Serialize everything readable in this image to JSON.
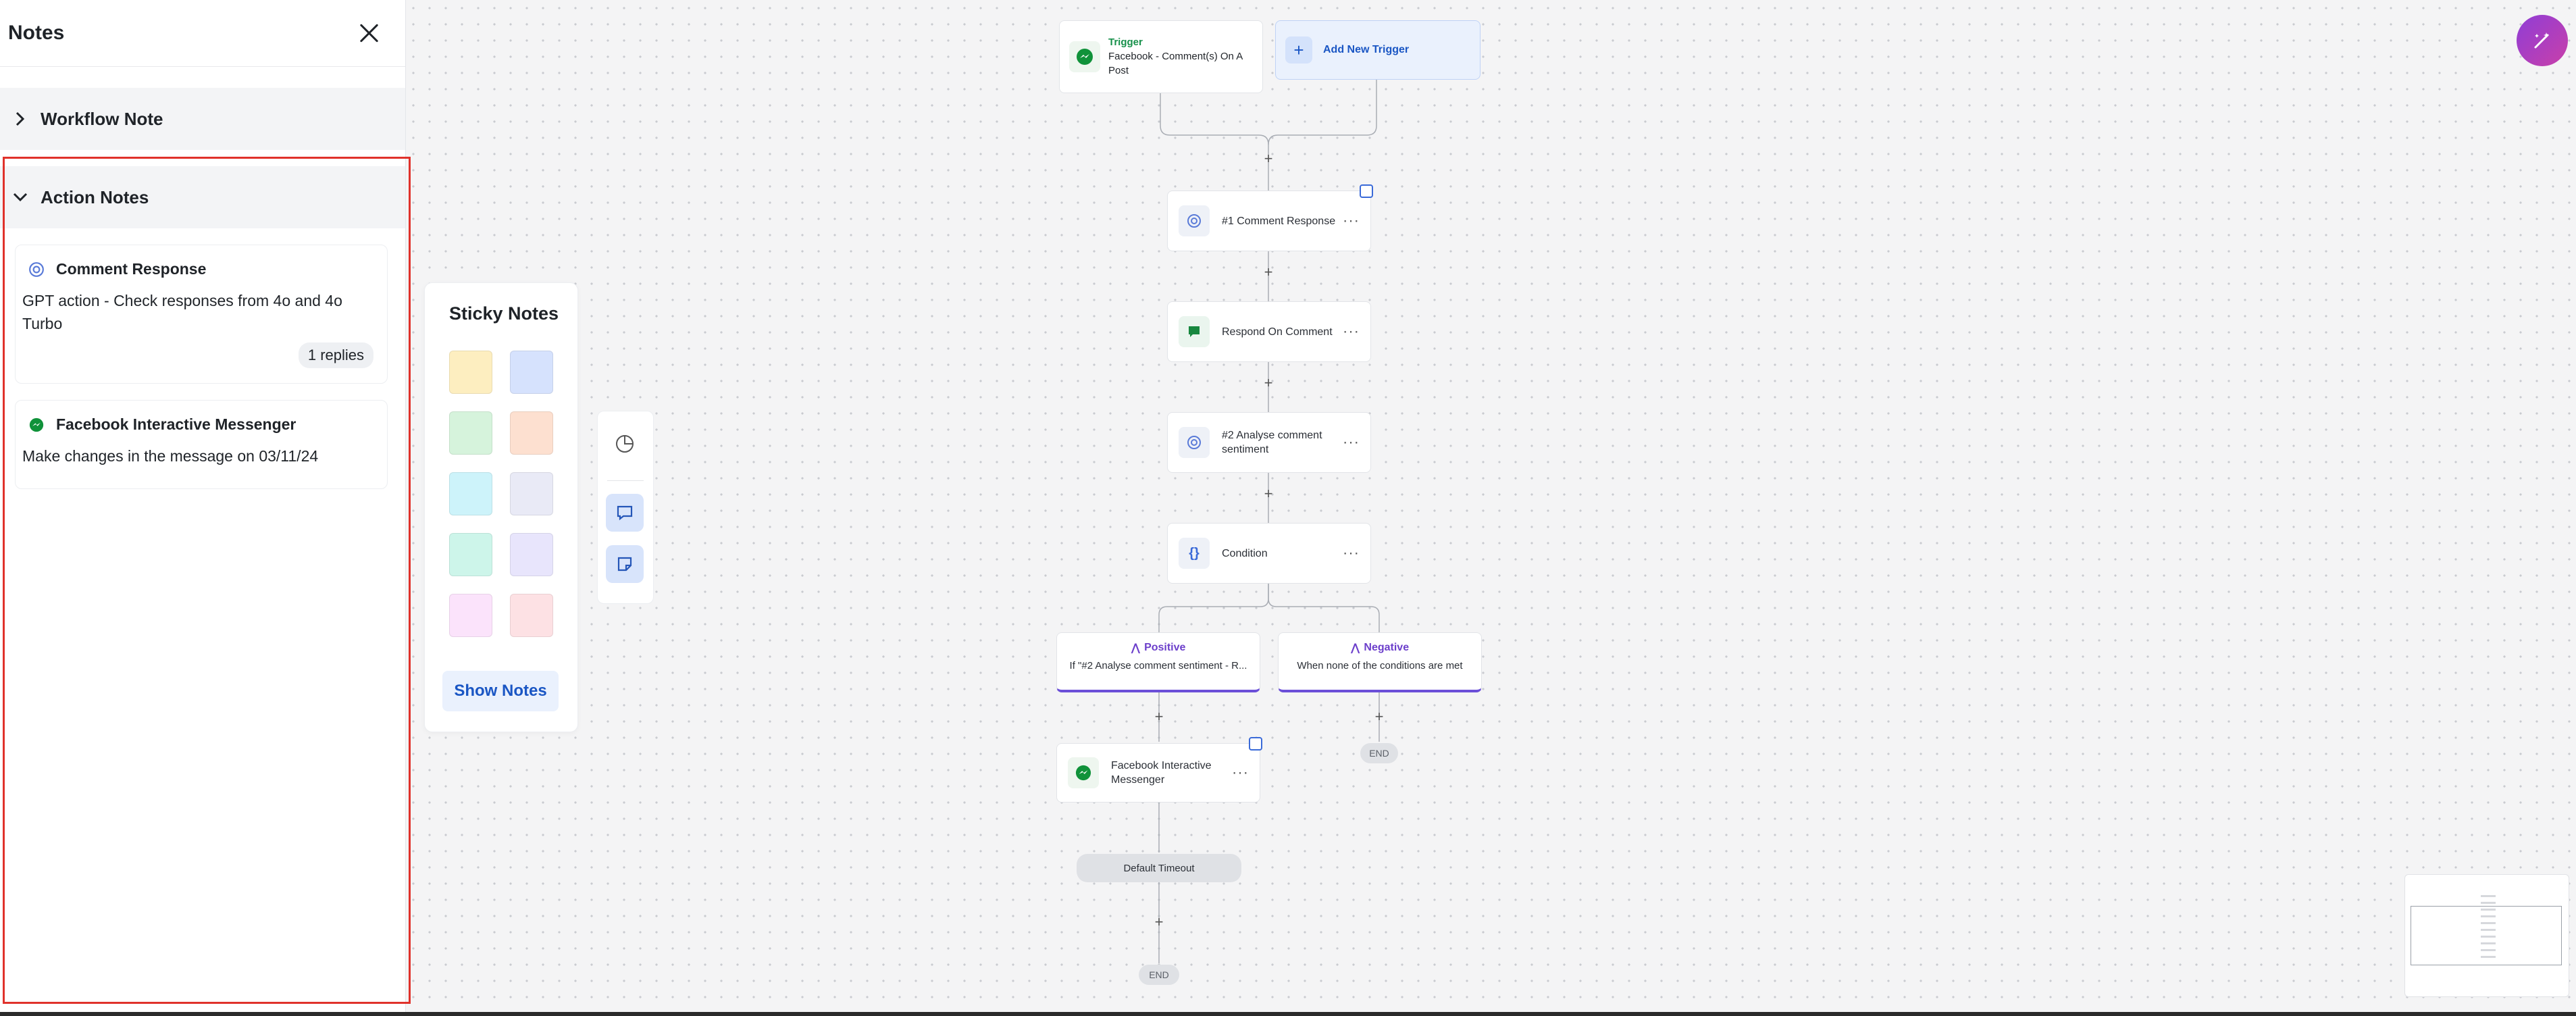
{
  "notes_panel": {
    "title": "Notes",
    "workflow_section": "Workflow Note",
    "action_section": "Action Notes",
    "cards": [
      {
        "title": "Comment Response",
        "body": "GPT action - Check responses from 4o and 4o Turbo",
        "replies": "1 replies",
        "icon": "gpt-icon"
      },
      {
        "title": "Facebook Interactive Messenger",
        "body": "Make changes in the message on 03/11/24",
        "icon": "messenger-icon"
      }
    ]
  },
  "sticky_notes": {
    "title": "Sticky Notes",
    "colors": [
      "#fdeec0",
      "#d6e2fd",
      "#d6f3dc",
      "#fde0d0",
      "#cdf3fa",
      "#e9eaf6",
      "#cdf5ea",
      "#e8e5fc",
      "#fbe3fb",
      "#fde1e4"
    ],
    "show_button": "Show Notes"
  },
  "flow": {
    "trigger": {
      "label": "Trigger",
      "text": "Facebook - Comment(s) On A Post"
    },
    "add_trigger": "Add New Trigger",
    "nodes": [
      {
        "text": "#1 Comment Response"
      },
      {
        "text": "Respond On Comment"
      },
      {
        "text": "#2 Analyse comment sentiment"
      },
      {
        "text": "Condition"
      }
    ],
    "positive": {
      "title": "Positive",
      "text": "If \"#2 Analyse comment sentiment - R..."
    },
    "negative": {
      "title": "Negative",
      "text": "When none of the conditions are met"
    },
    "messenger_node": "Facebook Interactive Messenger",
    "default_timeout": "Default Timeout",
    "end_label": "END",
    "plus": "+",
    "more": "···"
  }
}
